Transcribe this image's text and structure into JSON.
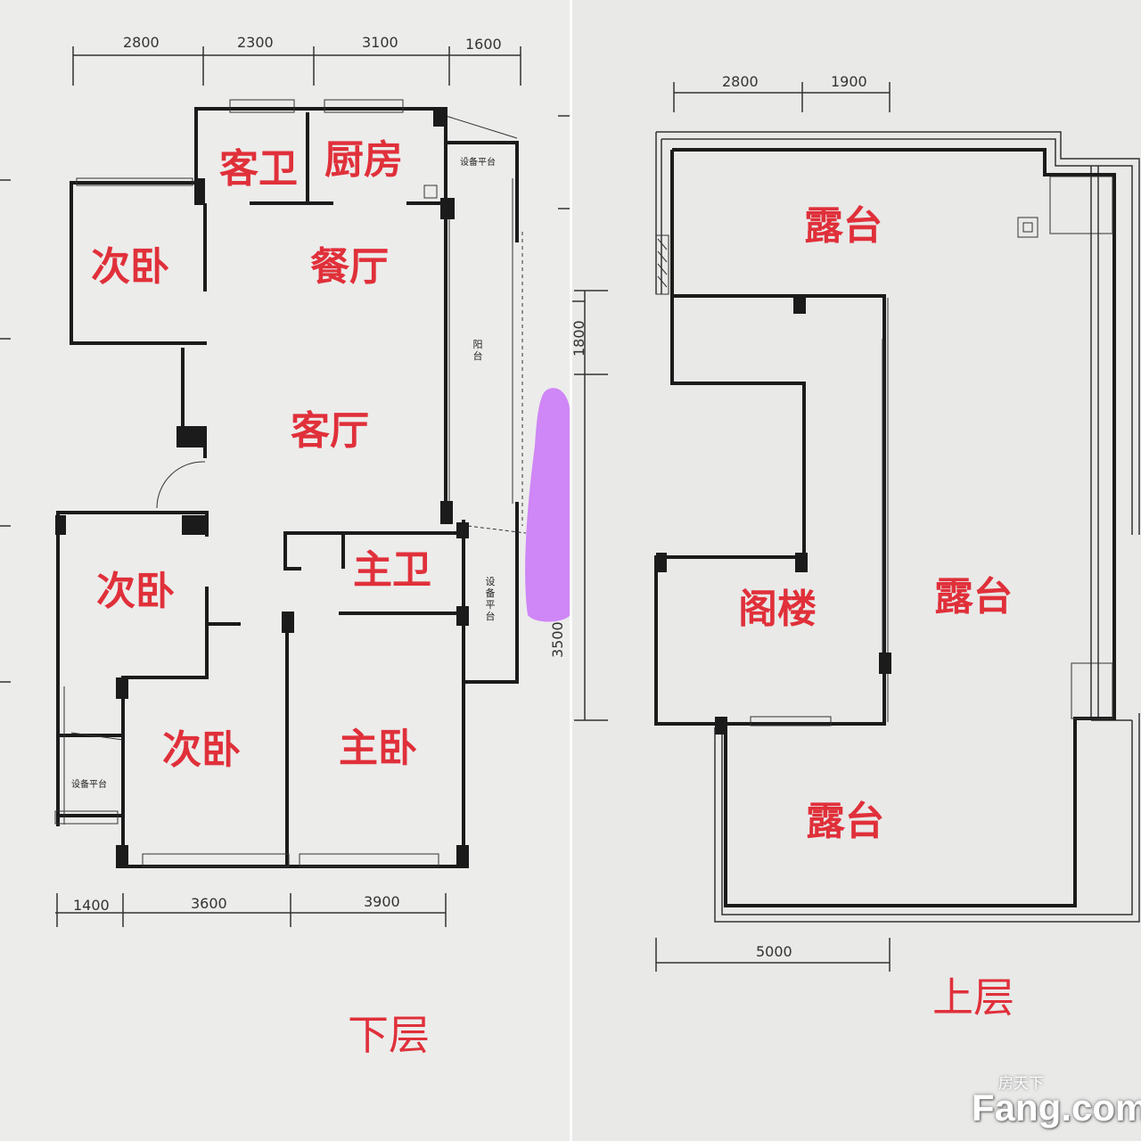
{
  "lower_floor": {
    "label": "下层",
    "rooms": {
      "guest_bath": "客卫",
      "kitchen": "厨房",
      "bedroom_nw": "次卧",
      "dining": "餐厅",
      "living": "客厅",
      "bedroom_w": "次卧",
      "master_bath": "主卫",
      "bedroom_sw": "次卧",
      "master_bedroom": "主卧"
    },
    "small_labels": {
      "equipment_top": "设备平台",
      "balcony": "阳台",
      "equipment_mid": "设备平台",
      "equipment_bottom": "设备平台"
    },
    "dimensions_top": [
      "2800",
      "2300",
      "3100",
      "1600"
    ],
    "dimensions_bottom": [
      "1400",
      "3600",
      "3900"
    ]
  },
  "upper_floor": {
    "label": "上层",
    "rooms": {
      "terrace_north": "露台",
      "attic": "阁楼",
      "terrace_east": "露台",
      "terrace_south": "露台"
    },
    "dimensions_top": [
      "2800",
      "1900"
    ],
    "dimensions_left": [
      "1800",
      "3500"
    ],
    "dimensions_bottom": [
      "5000"
    ]
  },
  "watermark": {
    "brand": "Fang.com",
    "chinese": "房天下"
  },
  "colors": {
    "label_red": "#e0303a",
    "wall": "#1b1b1b",
    "paper": "#ececeb",
    "redaction": "#cf86f6"
  }
}
